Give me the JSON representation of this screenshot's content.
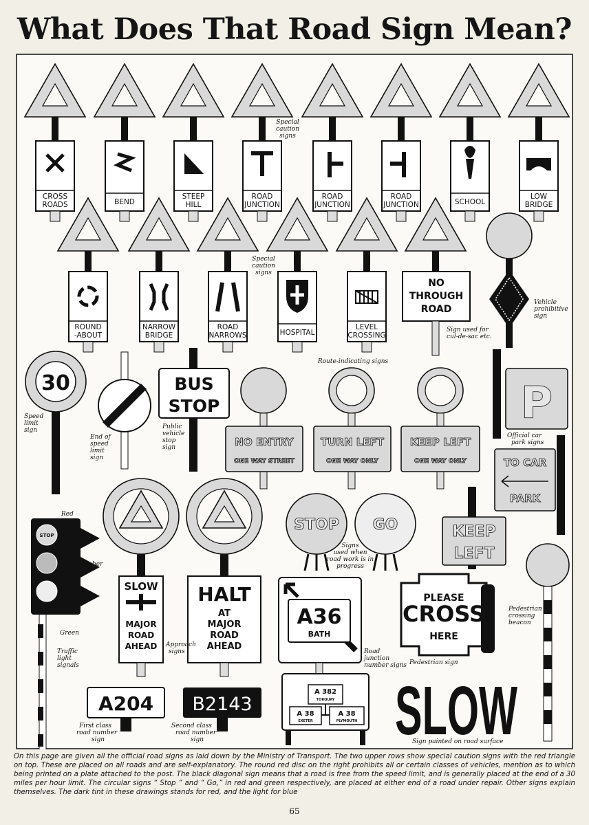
{
  "title": "What Does That Road Sign Mean?",
  "row1": {
    "signs": [
      {
        "label": [
          "CROSS",
          "ROADS"
        ],
        "symbol": "cross-icon"
      },
      {
        "label": [
          "BEND"
        ],
        "symbol": "bend-icon"
      },
      {
        "label": [
          "STEEP",
          "HILL"
        ],
        "symbol": "steep-hill-icon"
      },
      {
        "label": [
          "ROAD",
          "JUNCTION"
        ],
        "symbol": "t-junction-icon"
      },
      {
        "label": [
          "ROAD",
          "JUNCTION"
        ],
        "symbol": "right-junction-icon"
      },
      {
        "label": [
          "ROAD",
          "JUNCTION"
        ],
        "symbol": "left-junction-icon"
      },
      {
        "label": [
          "SCHOOL"
        ],
        "symbol": "torch-icon"
      },
      {
        "label": [
          "LOW",
          "BRIDGE"
        ],
        "symbol": "bridge-icon"
      }
    ],
    "note": [
      "Special",
      "caution",
      "signs"
    ]
  },
  "row2": {
    "signs": [
      {
        "label": [
          "ROUND",
          "-ABOUT"
        ],
        "symbol": "roundabout-icon"
      },
      {
        "label": [
          "NARROW",
          "BRIDGE"
        ],
        "symbol": "narrow-bridge-icon"
      },
      {
        "label": [
          "ROAD",
          "NARROWS"
        ],
        "symbol": "road-narrows-icon"
      },
      {
        "label": [
          "HOSPITAL"
        ],
        "symbol": "hospital-cross-icon"
      },
      {
        "label": [
          "LEVEL",
          "CROSSING"
        ],
        "symbol": "gate-icon"
      }
    ],
    "note": [
      "Special",
      "caution",
      "signs"
    ],
    "no_through": {
      "lines": [
        "NO",
        "THROUGH",
        "ROAD"
      ],
      "note": [
        "Sign used for",
        "cul-de-sac etc."
      ]
    },
    "vehicle_note": [
      "Vehicle",
      "prohibitive",
      "sign"
    ]
  },
  "row3": {
    "speed": {
      "value": "30",
      "note": [
        "Speed",
        "limit",
        "sign"
      ]
    },
    "end_speed_note": [
      "End of",
      "speed",
      "limit",
      "sign"
    ],
    "bus_stop": {
      "lines": [
        "BUS",
        "STOP"
      ],
      "note": [
        "Public",
        "vehicle",
        "stop",
        "sign"
      ]
    },
    "route_note": "Route-indicating signs",
    "route_signs": [
      {
        "main": "NO ENTRY",
        "sub": "ONE WAY STREET"
      },
      {
        "main": "TURN LEFT",
        "sub": "ONE WAY ONLY"
      },
      {
        "main": "KEEP LEFT",
        "sub": "ONE WAY ONLY"
      }
    ],
    "parking": {
      "letter": "P",
      "note": [
        "Official car",
        "park signs"
      ],
      "to_car": "TO CAR",
      "park": "PARK"
    }
  },
  "row4": {
    "traffic_light": {
      "red": "Red",
      "stop": "STOP",
      "amber": "Amber",
      "green": "Green",
      "note": [
        "Traffic",
        "light",
        "signals"
      ]
    },
    "slow_sign": {
      "lines": [
        "SLOW",
        "MAJOR",
        "ROAD",
        "AHEAD"
      ]
    },
    "halt_sign": {
      "lines": [
        "HALT",
        "AT",
        "MAJOR",
        "ROAD",
        "AHEAD"
      ]
    },
    "approach_note": [
      "Approach",
      "signs"
    ],
    "stop_go": {
      "stop": "STOP",
      "go": "GO",
      "note": [
        "Signs",
        "used when",
        "road work is in",
        "progress"
      ]
    },
    "keep_left": [
      "KEEP",
      "LEFT"
    ],
    "a36": {
      "road": "A36",
      "place": "BATH"
    },
    "junction_note": [
      "Road",
      "junction",
      "number signs"
    ],
    "please_cross": {
      "lines": [
        "PLEASE",
        "CROSS",
        "HERE"
      ],
      "note": "Pedestrian sign"
    },
    "beacon_note": [
      "Pedestrian",
      "crossing",
      "beacon"
    ]
  },
  "row5": {
    "a204": {
      "text": "A204",
      "note": [
        "First class",
        "road number",
        "sign"
      ]
    },
    "b2143": {
      "text": "B2143",
      "note": [
        "Second class",
        "road number",
        "sign"
      ]
    },
    "junction": {
      "a382": "A 382",
      "torquay": "TORQUAY",
      "a38_left": "A 38",
      "exeter": "EXETER",
      "a38_right": "A 38",
      "plymouth": "PLYMOUTH"
    },
    "slow_road": {
      "text": "SLOW",
      "note": "Sign painted on road surface"
    }
  },
  "caption": "On this page are given all the official road signs as laid down by the Ministry of Transport. The two upper rows show special caution signs with the red triangle on top. These are placed on all roads and are self-explanatory. The round red disc on the right prohibits all or certain classes of vehicles, mention as to which being printed on a plate attached to the post. The black diagonal sign means that a road is free from the speed limit, and is generally placed at the end of a 30 miles per hour limit. The circular signs “ Stop ” and “ Go,” in red and green respectively, are placed at either end of a road under repair. Other signs explain themselves. The dark tint in these drawings stands for red, and the light for blue",
  "page_number": "65",
  "colors": {
    "ink": "#111111",
    "paper": "#f2efe6",
    "tint_red": "#d9d9d9"
  }
}
